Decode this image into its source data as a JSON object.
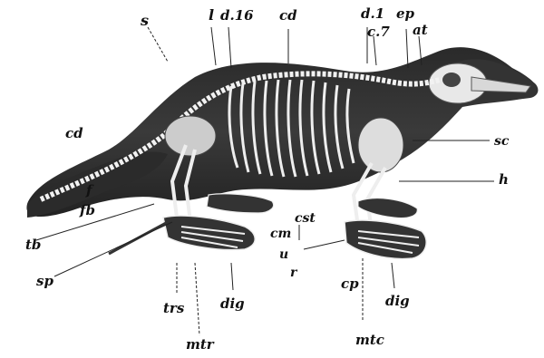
{
  "figure": {
    "labels": {
      "s": "s",
      "l": "l",
      "d16": "d.16",
      "cd_top": "cd",
      "d1": "d.1",
      "c7": "c.7",
      "ep": "ep",
      "at": "at",
      "sc": "sc",
      "h": "h",
      "cd_left": "cd",
      "f": "f",
      "fb": "fb",
      "tb": "tb",
      "sp": "sp",
      "cst": "cst",
      "cm": "cm",
      "u": "u",
      "r": "r",
      "trs": "trs",
      "mtr": "mtr",
      "dig_left": "dig",
      "cp": "cp",
      "dig_right": "dig",
      "mtc": "mtc"
    }
  }
}
